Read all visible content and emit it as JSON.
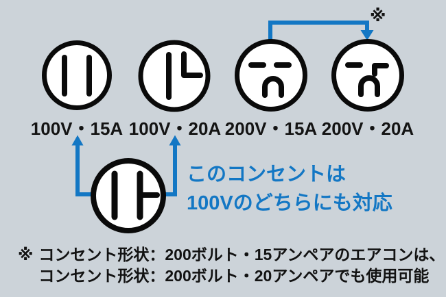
{
  "canvas": {
    "background_color": "#ccd3d9"
  },
  "colors": {
    "accent_blue": "#1377c4",
    "ink": "#121212",
    "outlet_fill": "#ffffff",
    "outlet_stroke": "#0a0a0a"
  },
  "outlets": [
    {
      "label": "100V・15A"
    },
    {
      "label": "100V・20A"
    },
    {
      "label": "200V・15A"
    },
    {
      "label": "200V・20A"
    }
  ],
  "asterisk": "※",
  "callout": {
    "line1": "このコンセントは",
    "line2": "100Vのどちらにも対応"
  },
  "footnote": {
    "marker": "※",
    "line1": "コンセント形状：200ボルト・15アンペアのエアコンは、",
    "line2": "コンセント形状：200ボルト・20アンペアでも使用可能"
  }
}
